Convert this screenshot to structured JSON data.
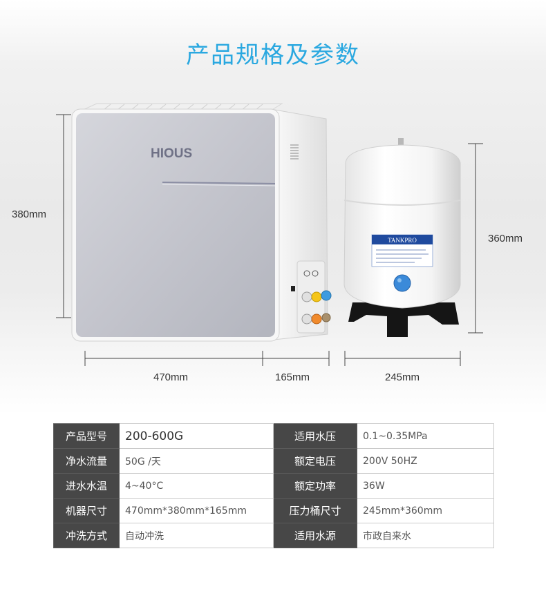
{
  "page": {
    "title": "产品规格及参数"
  },
  "product": {
    "brand": "HIOUS",
    "tank_label": "TANKPRO"
  },
  "dimensions": {
    "purifier_height": "380mm",
    "purifier_width": "470mm",
    "purifier_depth": "165mm",
    "tank_height": "360mm",
    "tank_width": "245mm"
  },
  "specs": [
    {
      "label_left": "产品型号",
      "value_left": "200-600G",
      "label_right": "适用水压",
      "value_right": "0.1~0.35MPa"
    },
    {
      "label_left": "净水流量",
      "value_left": "50G /天",
      "label_right": "额定电压",
      "value_right": "200V 50HZ"
    },
    {
      "label_left": "进水水温",
      "value_left": "4~40°C",
      "label_right": "额定功率",
      "value_right": "36W"
    },
    {
      "label_left": "机器尺寸",
      "value_left": "470mm*380mm*165mm",
      "label_right": "压力桶尺寸",
      "value_right": "245mm*360mm"
    },
    {
      "label_left": "冲洗方式",
      "value_left": "自动冲洗",
      "label_right": "适用水源",
      "value_right": "市政自来水"
    }
  ],
  "colors": {
    "title": "#2aa8e0",
    "label_bg": "#474747",
    "fitting_blue": "#3d9be0",
    "fitting_orange": "#f08a2c",
    "fitting_yellow": "#f5c518"
  }
}
